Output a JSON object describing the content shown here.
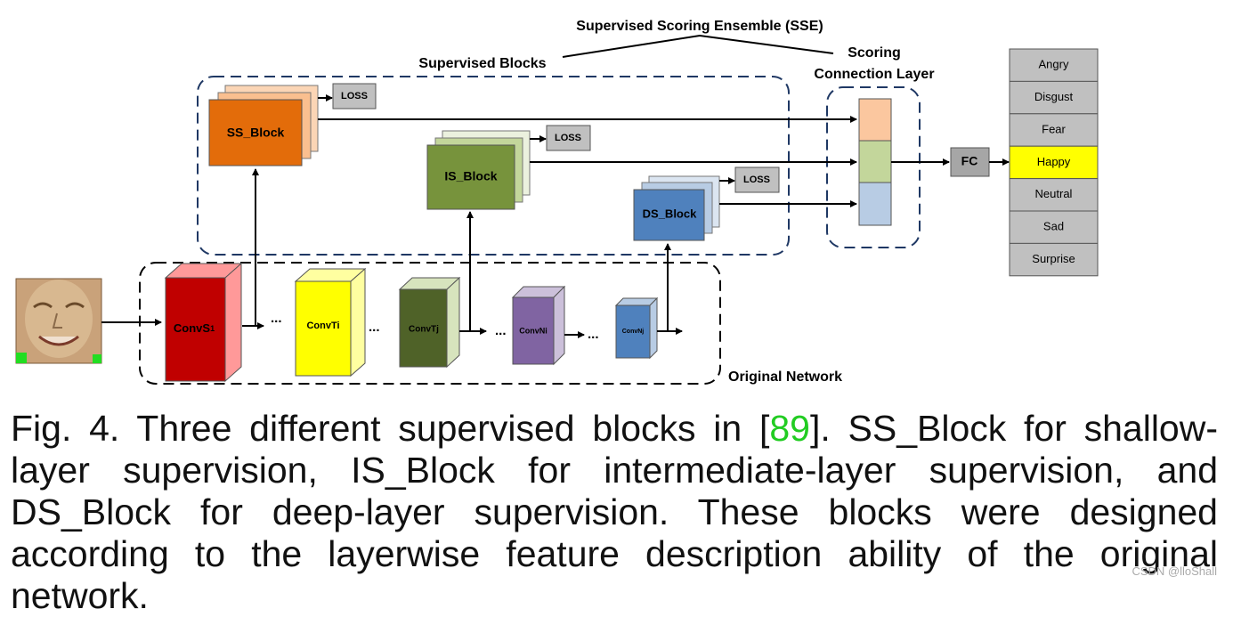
{
  "diagram": {
    "sse_title": "Supervised Scoring Ensemble (SSE)",
    "supervised_blocks_title": "Supervised Blocks",
    "scoring_layer_title_1": "Scoring",
    "scoring_layer_title_2": "Connection Layer",
    "original_network_title": "Original Network",
    "loss_label": "LOSS",
    "fc_label": "FC",
    "ellipsis": "...",
    "blocks": {
      "ss": "SS_Block",
      "is": "IS_Block",
      "ds": "DS_Block"
    },
    "convs": {
      "s1_main": "ConvS",
      "s1_sub": "1",
      "ti": "ConvTi",
      "tj": "ConvTj",
      "ni": "ConvNi",
      "nj": "ConvNj"
    },
    "classes": [
      "Angry",
      "Disgust",
      "Fear",
      "Happy",
      "Neutral",
      "Sad",
      "Surprise"
    ],
    "highlighted_class": "Happy",
    "colors": {
      "ss_block": "#e36c0a",
      "is_block": "#77933c",
      "ds_block": "#4f81bd",
      "convs1": "#c00000",
      "convti": "#ffff00",
      "convtj": "#4f6228",
      "convni": "#8064a2",
      "convnj": "#4f81bd",
      "happy_highlight": "#ffff00",
      "class_box": "#c0c0c0"
    }
  },
  "caption": {
    "prefix": "Fig. 4. Three different supervised blocks in [",
    "ref": "89",
    "suffix": "]. SS_Block for shallow-layer supervision, IS_Block for intermediate-layer supervision, and DS_Block for deep-layer supervision. These blocks were designed according to the layerwise feature description ability of the original network."
  },
  "watermark": "CSDN @lloShall"
}
